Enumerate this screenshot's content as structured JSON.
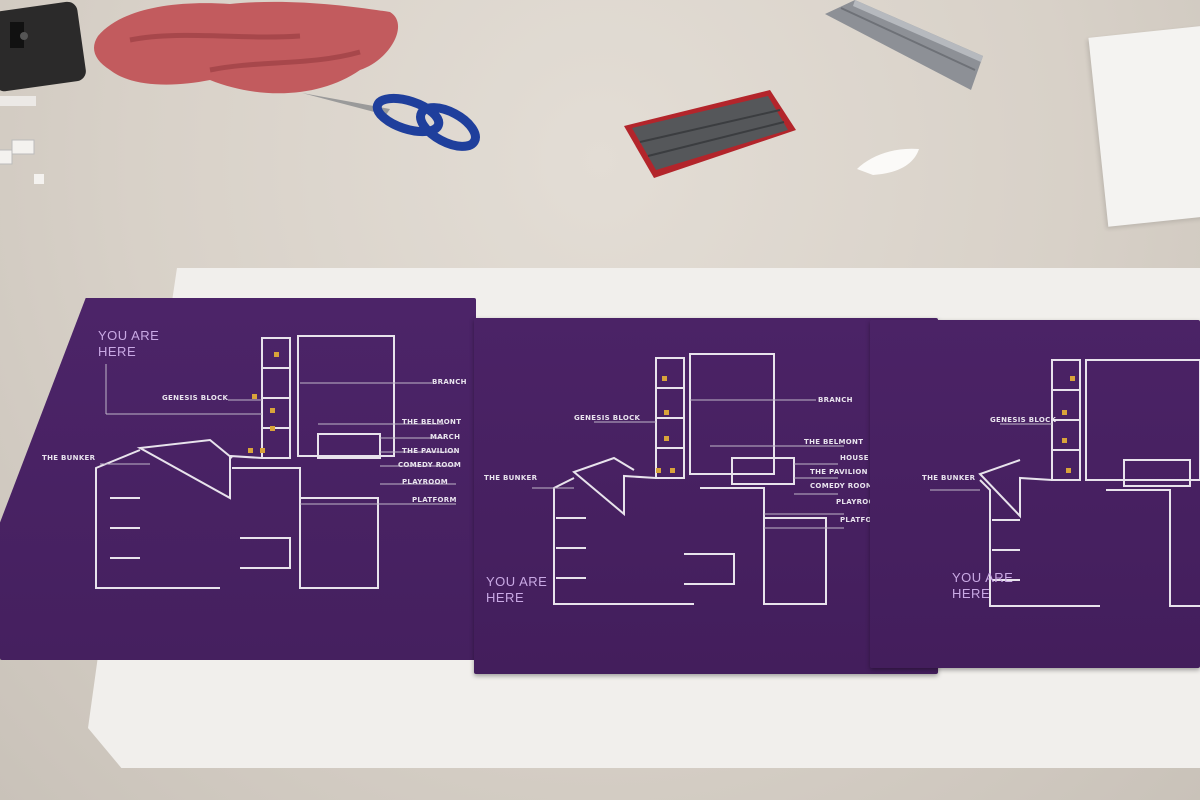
{
  "sign_1": {
    "you_are_here_1": "YOU ARE",
    "you_are_here_2": "HERE",
    "label_bunker": "THE BUNKER",
    "label_block": "GENESIS BLOCK",
    "label_right": [
      "BRANCH",
      "THE BELMONT",
      "MARCH",
      "THE PAVILION",
      "COMEDY ROOM",
      "PLAYROOM",
      "PLATFORM"
    ]
  },
  "sign_2": {
    "you_are_here_1": "YOU ARE",
    "you_are_here_2": "HERE",
    "label_bunker": "THE BUNKER",
    "label_block": "GENESIS BLOCK",
    "label_right": [
      "BRANCH",
      "THE BELMONT",
      "HOUSE",
      "THE PAVILION",
      "COMEDY ROOM",
      "PLAYROOM",
      "PLATFORM"
    ]
  },
  "sign_3": {
    "you_are_here_1": "YOU ARE",
    "you_are_here_2": "HERE",
    "label_bunker": "THE BUNKER",
    "label_block": "GENESIS BLOCK"
  },
  "colors": {
    "sign_purple": "#47215f",
    "line_white": "#e8e3ec",
    "you_are_here": "#c9a9e4",
    "highlight_gold": "#d9a43a",
    "scissors_blue": "#1f3f9c",
    "rag_red": "#c25b5e",
    "tool_red": "#b3252b"
  }
}
